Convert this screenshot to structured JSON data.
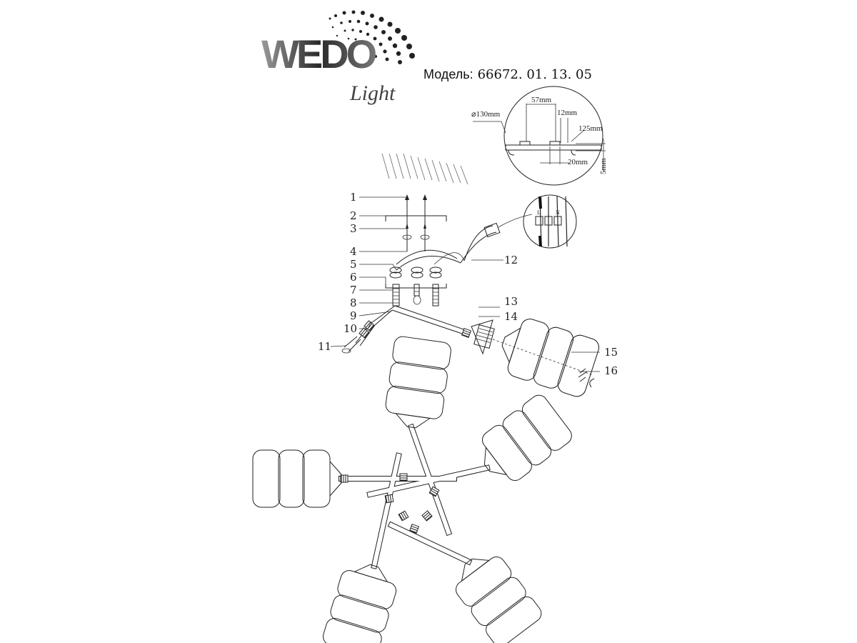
{
  "brand": {
    "logo_text": "WEDO",
    "logo_script": "Light"
  },
  "model": {
    "label": "Модель:",
    "value": "66672. 01. 13. 05"
  },
  "mounting_detail": {
    "dimensions": [
      "⌀130mm",
      "57mm",
      "12mm",
      "125mm",
      "20mm",
      "5mm"
    ]
  },
  "wiring_detail": {
    "live": "L",
    "neutral": "N"
  },
  "callouts": [
    "1",
    "2",
    "3",
    "4",
    "5",
    "6",
    "7",
    "8",
    "9",
    "10",
    "11",
    "12",
    "13",
    "14",
    "15",
    "16"
  ],
  "colors": {
    "line": "#222222",
    "background": "#ffffff"
  }
}
